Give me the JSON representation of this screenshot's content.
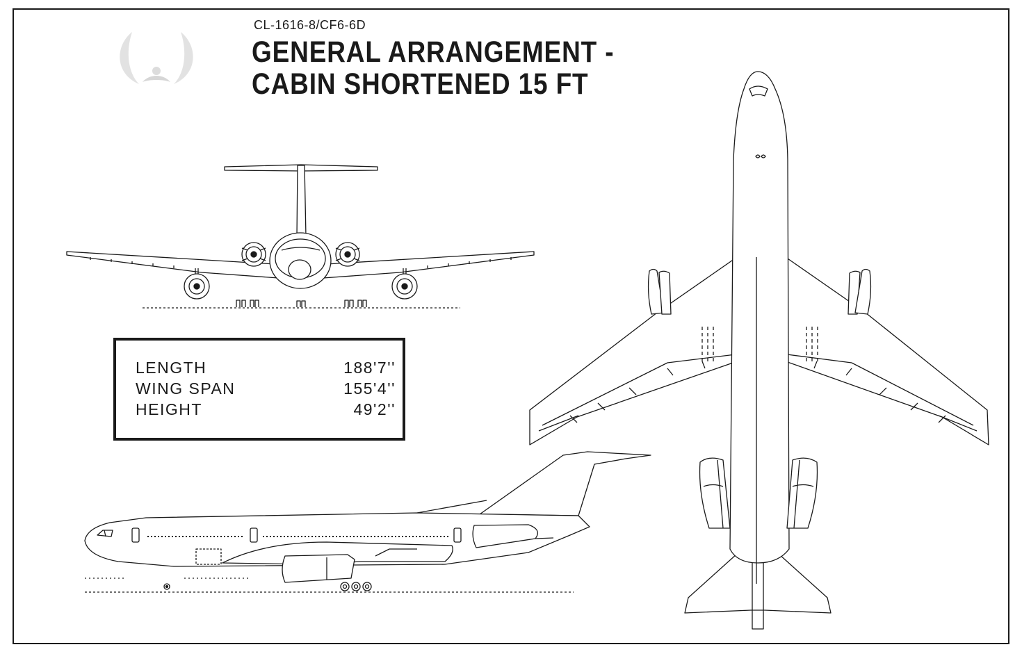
{
  "header": {
    "model": "CL-1616-8/CF6-6D",
    "title_line1": "GENERAL ARRANGEMENT -",
    "title_line2": "CABIN SHORTENED 15 FT"
  },
  "specs": [
    {
      "label": "LENGTH",
      "value": "188'7''"
    },
    {
      "label": "WING SPAN",
      "value": "155'4''"
    },
    {
      "label": "HEIGHT",
      "value": "49'2''"
    }
  ],
  "views": {
    "front": "front-view",
    "side": "side-view",
    "top": "top-view"
  },
  "colors": {
    "line": "#1a1a1a",
    "fill": "#ffffff",
    "logo": "#d8d8d8"
  }
}
